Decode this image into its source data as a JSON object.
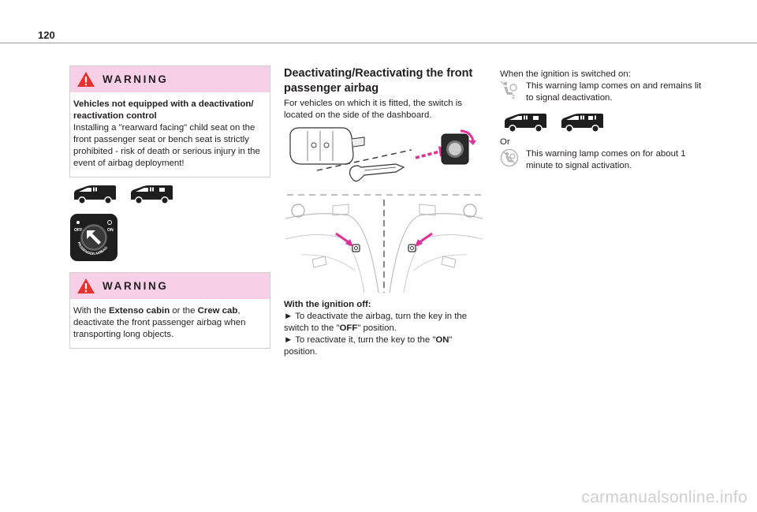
{
  "page": {
    "number": "120",
    "watermark": "carmanualsonline.info"
  },
  "warning1": {
    "title": "WARNING",
    "subtitle": "Vehicles not equipped with a deactivation/ reactivation control",
    "text": "Installing a \"rearward facing\" child seat on the front passenger seat or bench seat is strictly prohibited - risk of death or serious injury in the event of airbag deployment!"
  },
  "switch_icon": {
    "label_off": "OFF",
    "label_on": "ON",
    "arc_text": "PASSENGER AIRBAG"
  },
  "warning2": {
    "title": "WARNING",
    "text_pre": "With the ",
    "bold1": "Extenso cabin",
    "text_mid": " or the ",
    "bold2": "Crew cab",
    "text_post": ", deactivate the front passenger airbag when transporting long objects."
  },
  "middle": {
    "heading": "Deactivating/Reactivating the front passenger airbag",
    "intro": "For vehicles on which it is fitted, the switch is located on the side of the dashboard.",
    "ignition_off": "With the ignition off:",
    "step1_pre": "► To deactivate the airbag, turn the key in the switch to the \"",
    "step1_bold": "OFF",
    "step1_post": "\" position.",
    "step2_pre": "► To reactivate it, turn the key to the \"",
    "step2_bold": "ON",
    "step2_post": "\" position."
  },
  "right": {
    "ignition_on": "When the ignition is switched on:",
    "lamp1_text": "This warning lamp comes on and remains lit to signal deactivation.",
    "or": "Or",
    "lamp2_text": "This warning lamp comes on for about 1 minute to signal activation."
  },
  "colors": {
    "warning_header": "#f7d0e8",
    "arrow_magenta": "#e0309a",
    "icon_dark": "#1e1e1e"
  },
  "icons": [
    "warning-triangle-icon",
    "van-icon",
    "passenger-airbag-switch-icon",
    "airbag-off-lamp-icon",
    "airbag-on-lamp-icon"
  ]
}
